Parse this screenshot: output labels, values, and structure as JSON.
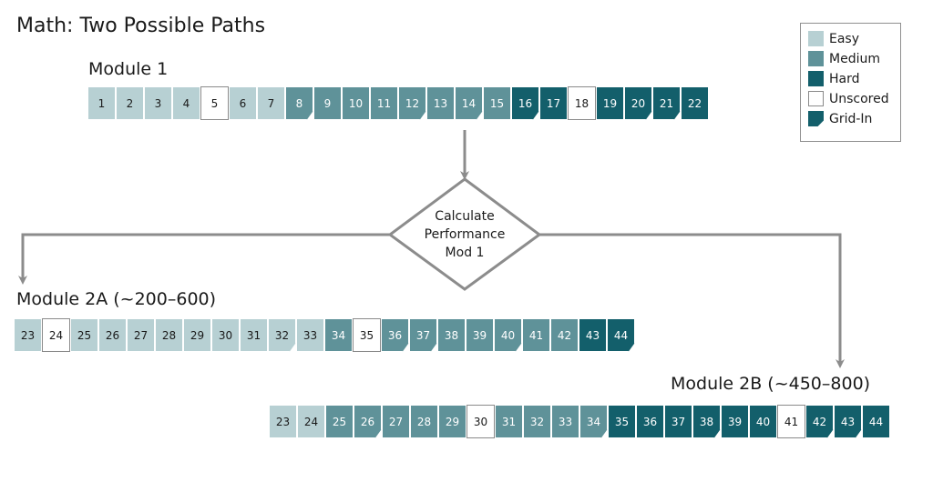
{
  "title": "Math: Two Possible Paths",
  "colors": {
    "easy": "#b7d0d3",
    "medium": "#5f9299",
    "hard": "#135f6b",
    "unscored": "#ffffff",
    "unscored_border": "#8a8a8a",
    "text_light": "#1a1a1a",
    "text_dark": "#ffffff",
    "arrow": "#8c8c8c"
  },
  "legend": [
    {
      "key": "easy",
      "label": "Easy"
    },
    {
      "key": "medium",
      "label": "Medium"
    },
    {
      "key": "hard",
      "label": "Hard"
    },
    {
      "key": "unscored",
      "label": "Unscored"
    },
    {
      "key": "gridin",
      "label": "Grid-In"
    }
  ],
  "decision": {
    "lines": [
      "Calculate",
      "Performance",
      "Mod 1"
    ]
  },
  "modules": [
    {
      "id": "module-1",
      "label": "Module 1",
      "questions": [
        {
          "n": "1",
          "level": "easy",
          "grid": false
        },
        {
          "n": "2",
          "level": "easy",
          "grid": false
        },
        {
          "n": "3",
          "level": "easy",
          "grid": false
        },
        {
          "n": "4",
          "level": "easy",
          "grid": false
        },
        {
          "n": "5",
          "level": "unscored",
          "grid": false
        },
        {
          "n": "6",
          "level": "easy",
          "grid": false
        },
        {
          "n": "7",
          "level": "easy",
          "grid": false
        },
        {
          "n": "8",
          "level": "medium",
          "grid": true
        },
        {
          "n": "9",
          "level": "medium",
          "grid": false
        },
        {
          "n": "10",
          "level": "medium",
          "grid": false
        },
        {
          "n": "11",
          "level": "medium",
          "grid": false
        },
        {
          "n": "12",
          "level": "medium",
          "grid": true
        },
        {
          "n": "13",
          "level": "medium",
          "grid": false
        },
        {
          "n": "14",
          "level": "medium",
          "grid": true
        },
        {
          "n": "15",
          "level": "medium",
          "grid": false
        },
        {
          "n": "16",
          "level": "hard",
          "grid": true
        },
        {
          "n": "17",
          "level": "hard",
          "grid": false
        },
        {
          "n": "18",
          "level": "unscored",
          "grid": false
        },
        {
          "n": "19",
          "level": "hard",
          "grid": false
        },
        {
          "n": "20",
          "level": "hard",
          "grid": true
        },
        {
          "n": "21",
          "level": "hard",
          "grid": true
        },
        {
          "n": "22",
          "level": "hard",
          "grid": false
        }
      ]
    },
    {
      "id": "module-2a",
      "label": "Module 2A (~200–600)",
      "questions": [
        {
          "n": "23",
          "level": "easy",
          "grid": false
        },
        {
          "n": "24",
          "level": "unscored",
          "grid": false
        },
        {
          "n": "25",
          "level": "easy",
          "grid": false
        },
        {
          "n": "26",
          "level": "easy",
          "grid": false
        },
        {
          "n": "27",
          "level": "easy",
          "grid": false
        },
        {
          "n": "28",
          "level": "easy",
          "grid": false
        },
        {
          "n": "29",
          "level": "easy",
          "grid": false
        },
        {
          "n": "30",
          "level": "easy",
          "grid": false
        },
        {
          "n": "31",
          "level": "easy",
          "grid": false
        },
        {
          "n": "32",
          "level": "easy",
          "grid": true
        },
        {
          "n": "33",
          "level": "easy",
          "grid": false
        },
        {
          "n": "34",
          "level": "medium",
          "grid": false
        },
        {
          "n": "35",
          "level": "unscored",
          "grid": false
        },
        {
          "n": "36",
          "level": "medium",
          "grid": true
        },
        {
          "n": "37",
          "level": "medium",
          "grid": true
        },
        {
          "n": "38",
          "level": "medium",
          "grid": false
        },
        {
          "n": "39",
          "level": "medium",
          "grid": false
        },
        {
          "n": "40",
          "level": "medium",
          "grid": true
        },
        {
          "n": "41",
          "level": "medium",
          "grid": false
        },
        {
          "n": "42",
          "level": "medium",
          "grid": false
        },
        {
          "n": "43",
          "level": "hard",
          "grid": false
        },
        {
          "n": "44",
          "level": "hard",
          "grid": true
        }
      ]
    },
    {
      "id": "module-2b",
      "label": "Module 2B (~450–800)",
      "questions": [
        {
          "n": "23",
          "level": "easy",
          "grid": false
        },
        {
          "n": "24",
          "level": "easy",
          "grid": false
        },
        {
          "n": "25",
          "level": "medium",
          "grid": false
        },
        {
          "n": "26",
          "level": "medium",
          "grid": true
        },
        {
          "n": "27",
          "level": "medium",
          "grid": false
        },
        {
          "n": "28",
          "level": "medium",
          "grid": false
        },
        {
          "n": "29",
          "level": "medium",
          "grid": false
        },
        {
          "n": "30",
          "level": "unscored",
          "grid": false
        },
        {
          "n": "31",
          "level": "medium",
          "grid": false
        },
        {
          "n": "32",
          "level": "medium",
          "grid": false
        },
        {
          "n": "33",
          "level": "medium",
          "grid": false
        },
        {
          "n": "34",
          "level": "medium",
          "grid": true
        },
        {
          "n": "35",
          "level": "hard",
          "grid": false
        },
        {
          "n": "36",
          "level": "hard",
          "grid": false
        },
        {
          "n": "37",
          "level": "hard",
          "grid": false
        },
        {
          "n": "38",
          "level": "hard",
          "grid": true
        },
        {
          "n": "39",
          "level": "hard",
          "grid": false
        },
        {
          "n": "40",
          "level": "hard",
          "grid": false
        },
        {
          "n": "41",
          "level": "unscored",
          "grid": false
        },
        {
          "n": "42",
          "level": "hard",
          "grid": true
        },
        {
          "n": "43",
          "level": "hard",
          "grid": true
        },
        {
          "n": "44",
          "level": "hard",
          "grid": false
        }
      ]
    }
  ]
}
